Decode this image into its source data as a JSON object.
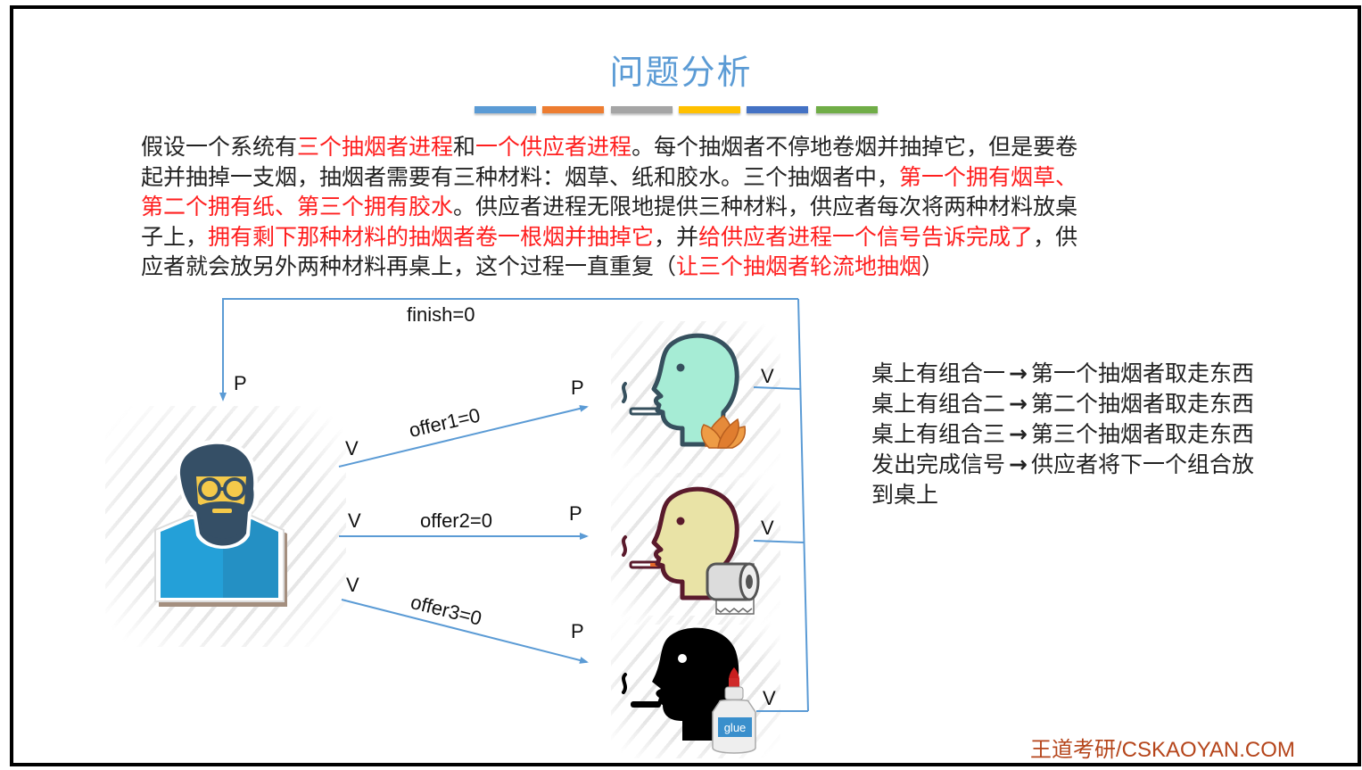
{
  "slide": {
    "title": "问题分析",
    "title_color": "#5b9bd5",
    "divider_colors": [
      "#5b9bd5",
      "#ed7d31",
      "#a5a5a5",
      "#ffc000",
      "#4472c4",
      "#70ad47"
    ]
  },
  "paragraph": {
    "lines": [
      [
        {
          "text": "假设一个系统有",
          "red": false
        },
        {
          "text": "三个抽烟者进程",
          "red": true
        },
        {
          "text": "和",
          "red": false
        },
        {
          "text": "一个供应者进程",
          "red": true
        },
        {
          "text": "。每个抽烟者不停地卷烟并抽掉它，但是要卷",
          "red": false
        }
      ],
      [
        {
          "text": "起并抽掉一支烟，抽烟者需要有三种材料：烟草、纸和胶水。三个抽烟者中，",
          "red": false
        },
        {
          "text": "第一个拥有烟草、",
          "red": true
        }
      ],
      [
        {
          "text": "第二个拥有纸、第三个拥有胶水",
          "red": true
        },
        {
          "text": "。供应者进程无限地提供三种材料，供应者每次将两种材料放桌",
          "red": false
        }
      ],
      [
        {
          "text": "子上，",
          "red": false
        },
        {
          "text": "拥有剩下那种材料的抽烟者卷一根烟并抽掉它",
          "red": true
        },
        {
          "text": "，并",
          "red": false
        },
        {
          "text": "给供应者进程一个信号告诉完成了",
          "red": true
        },
        {
          "text": "，供",
          "red": false
        }
      ],
      [
        {
          "text": "应者就会放另外两种材料再桌上，这个过程一直重复（",
          "red": false
        },
        {
          "text": "让三个抽烟者轮流地抽烟",
          "red": true
        },
        {
          "text": "）",
          "red": false
        }
      ]
    ],
    "highlight_color": "#ff1f1f"
  },
  "diagram": {
    "line_color": "#5b9bd5",
    "finish_label": "finish=0",
    "supplier_p": "P",
    "edges": [
      {
        "label": "offer1=0",
        "from_op": "V",
        "to_op": "P"
      },
      {
        "label": "offer2=0",
        "from_op": "V",
        "to_op": "P"
      },
      {
        "label": "offer3=0",
        "from_op": "V",
        "to_op": "P"
      }
    ],
    "smoker_v": [
      "V",
      "V",
      "V"
    ],
    "supplier_icon": "bearded-man-icon",
    "smokers": [
      {
        "icon": "smoker-head-teal-icon",
        "material_icon": "tobacco-leaf-icon"
      },
      {
        "icon": "smoker-head-beige-icon",
        "material_icon": "toilet-paper-icon"
      },
      {
        "icon": "smoker-head-black-icon",
        "material_icon": "glue-bottle-icon",
        "material_label": "glue"
      }
    ]
  },
  "steps": [
    {
      "cond": "桌上有组合一",
      "arrow": "→",
      "result": "第一个抽烟者取走东西"
    },
    {
      "cond": "桌上有组合二",
      "arrow": "→",
      "result": "第二个抽烟者取走东西"
    },
    {
      "cond": "桌上有组合三",
      "arrow": "→",
      "result": "第三个抽烟者取走东西"
    },
    {
      "cond": "发出完成信号",
      "arrow": "→",
      "result": "供应者将下一个组合放"
    },
    {
      "cond": "到桌上",
      "arrow": "",
      "result": ""
    }
  ],
  "footer": {
    "text": "王道考研/CSKAOYAN.COM",
    "color": "#b5451b"
  }
}
